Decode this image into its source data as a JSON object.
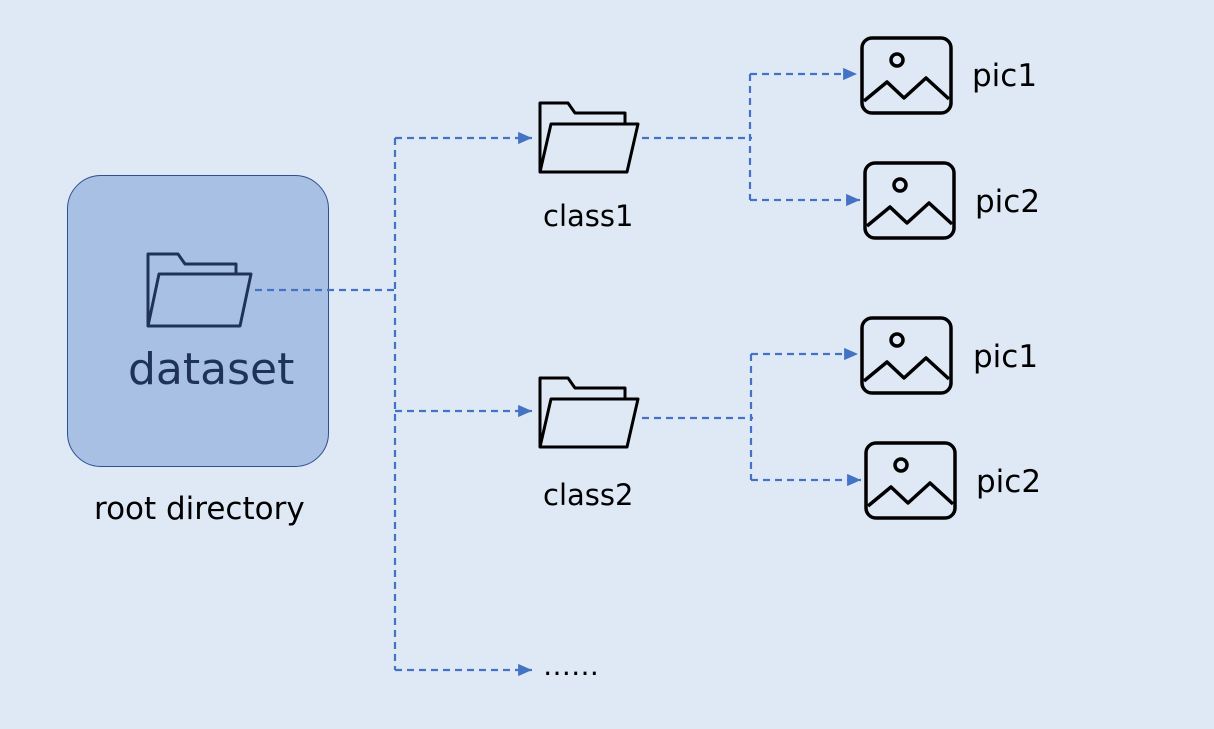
{
  "root": {
    "name": "dataset",
    "caption": "root directory",
    "icon": "folder-open-icon"
  },
  "classes": [
    {
      "name": "class1",
      "icon": "folder-open-icon",
      "files": [
        {
          "name": "pic1",
          "icon": "image-icon"
        },
        {
          "name": "pic2",
          "icon": "image-icon"
        }
      ]
    },
    {
      "name": "class2",
      "icon": "folder-open-icon",
      "files": [
        {
          "name": "pic1",
          "icon": "image-icon"
        },
        {
          "name": "pic2",
          "icon": "image-icon"
        }
      ]
    }
  ],
  "more": "……",
  "colors": {
    "background": "#dfe9f5",
    "root_fill": "#a9c0e5",
    "root_border": "#2f4f8f",
    "connector": "#4472c4",
    "root_text": "#1f3358",
    "icon_stroke": "#000000"
  }
}
